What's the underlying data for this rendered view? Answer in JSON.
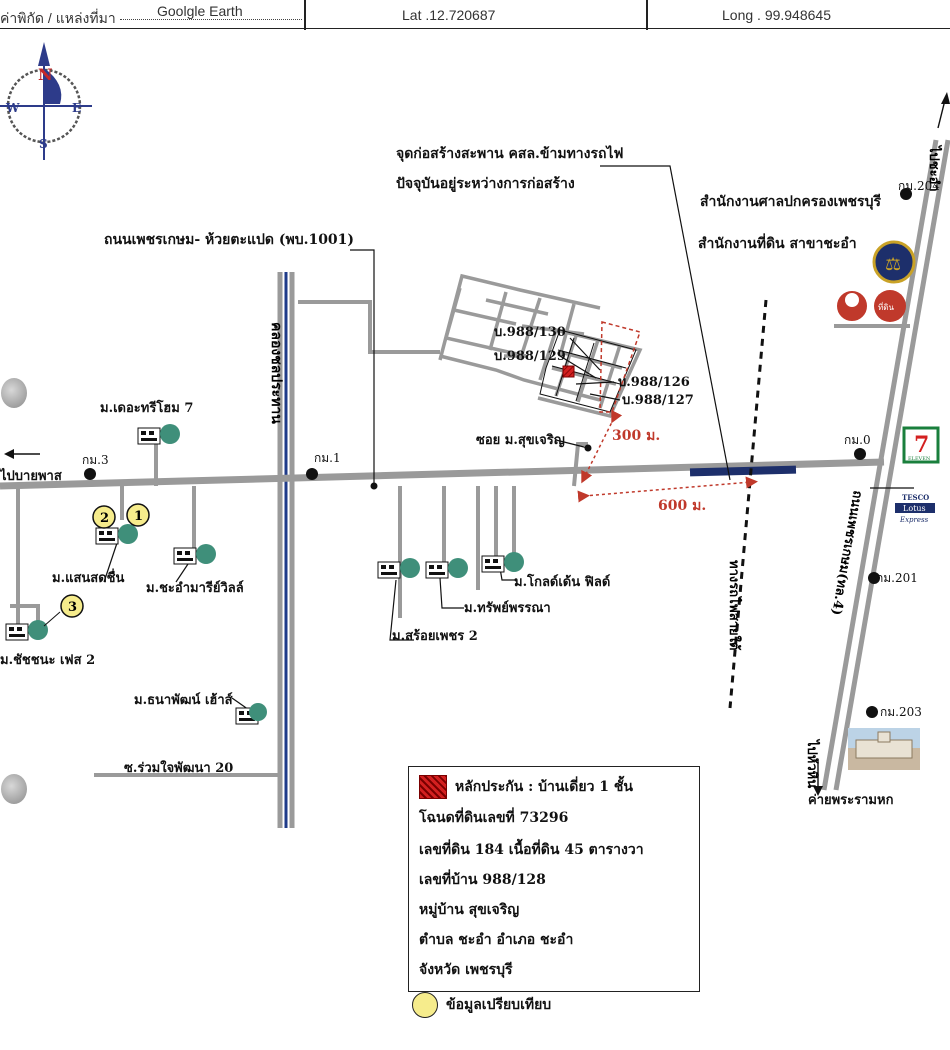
{
  "header": {
    "coord_label": "ค่าพิกัด / แหล่งที่มา",
    "source": "Goolgle Earth",
    "lat": "Lat .12.720687",
    "long": "Long . 99.948645"
  },
  "compass": {
    "n": "N",
    "s": "S",
    "e": "E",
    "w": "W"
  },
  "labels": {
    "bridge_line1": "จุดก่อสร้างสะพาน คสล.ข้ามทางรถไฟ",
    "bridge_line2": "ปัจจุบันอยู่ระหว่างการก่อสร้าง",
    "road_1001": "ถนนเพชรเกษม- ห้วยตะแปด (พบ.1001)",
    "canal": "คลองชลประทาน",
    "court_office": "สำนักงานศาลปกครองเพชรบุรี",
    "land_office": "สำนักงานที่ดิน สาขาชะอำ",
    "to_chaam": "ไปชะอำ",
    "km204": "กม.204",
    "km0": "กม.0",
    "km1": "กม.1",
    "km3": "กม.3",
    "km201": "กม.201",
    "km203": "กม.203",
    "to_bypass": "ไปบายพาส",
    "to_huahin": "ไปหัวหิน",
    "phetkasem_road": "ถนนเพชรเกษม(ทล.4)",
    "railway": "ทางรถไฟสายใต้",
    "camp": "ค่ายพระรามหก",
    "soi_suk": "ซอย ม.สุขเจริญ",
    "dist_300": "300 ม.",
    "dist_600": "600 ม.",
    "lot_130": "บ.988/130",
    "lot_129": "บ.988/129",
    "lot_126": "บ.988/126",
    "lot_127": "บ.988/127",
    "v_the_tree": "ม.เดอะทรีโฮม 7",
    "v_saen": "ม.แสนสดชื่น",
    "v_chaam_marie": "ม.ชะอำมารีย์วิลล์",
    "v_chatchana": "ม.ชัชชนะ เฟส 2",
    "v_thana": "ม.ธนาพัฒน์ เฮ้าส์",
    "soi_ruam": "ซ.ร่วมใจพัฒนา 20",
    "v_soi_phet": "ม.สร้อยเพชร 2",
    "v_sap": "ม.ทรัพย์พรรณา",
    "v_gold": "ม.โกลด์เด้น ฟิลด์",
    "comp1": "1",
    "comp2": "2",
    "comp3": "3",
    "seven": "7",
    "seven_sub": "ELEVEN",
    "tesco": "TESCO",
    "lotus": "Lotus",
    "express": "Express"
  },
  "legend": {
    "collateral": "หลักประกัน : บ้านเดี่ยว 1 ชั้น",
    "deed": "โฉนดที่ดินเลขที่  73296",
    "land_no": "เลขที่ดิน    184     เนื้อที่ดิน 45  ตารางวา",
    "house_no": "เลขที่บ้าน     988/128",
    "village": "หมู่บ้าน    สุขเจริญ",
    "subdistrict": "ตำบล     ชะอำ  อำเภอ   ชะอำ",
    "province": "จังหวัด    เพชรบุรี",
    "comparison": "ข้อมูลเปรียบเทียบ"
  },
  "colors": {
    "road": "#9a9a9a",
    "canal": "#1f3b8a",
    "subject": "#d32020",
    "distance": "#c0392b",
    "comparable": "#f6ec8c",
    "bridge": "#1d2f6b"
  }
}
